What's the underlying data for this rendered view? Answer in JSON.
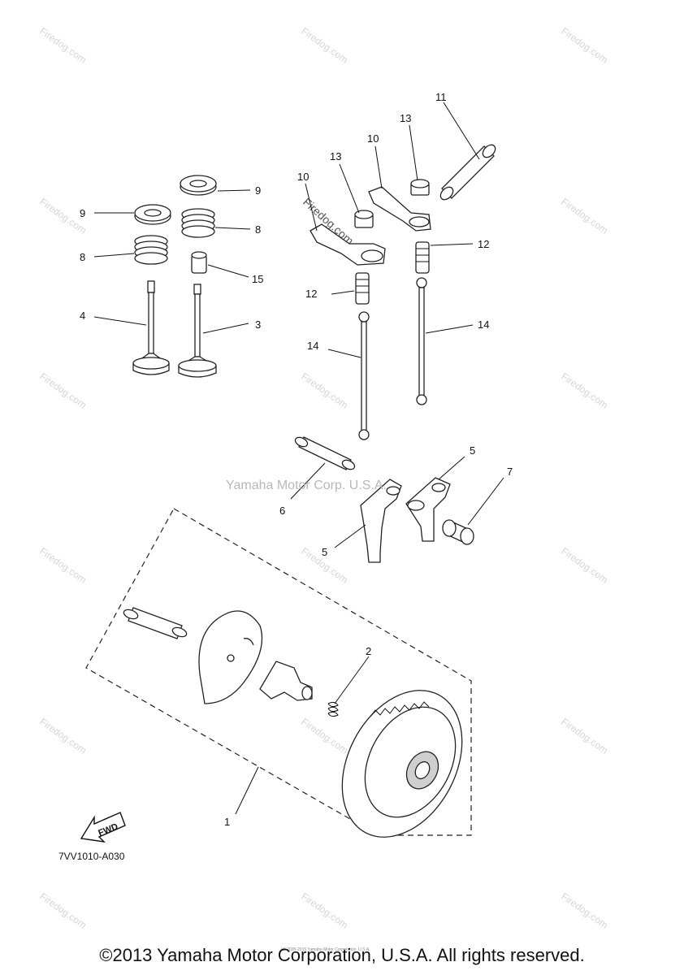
{
  "diagram_code": "7VV1010-A030",
  "fwd_label": "FWD",
  "center_watermark": "Yamaha Motor Corp. U.S.A.",
  "site_watermark": "Firedog.com",
  "small_notice": "(c) 2005-2015 Yamaha Motor Corporation, U.S.A.",
  "copyright": "©2013 Yamaha Motor Corporation, U.S.A. All rights reserved.",
  "callouts": [
    "1",
    "2",
    "3",
    "4",
    "5",
    "5",
    "6",
    "7",
    "8",
    "8",
    "9",
    "9",
    "10",
    "10",
    "11",
    "12",
    "12",
    "13",
    "13",
    "14",
    "14",
    "15"
  ]
}
